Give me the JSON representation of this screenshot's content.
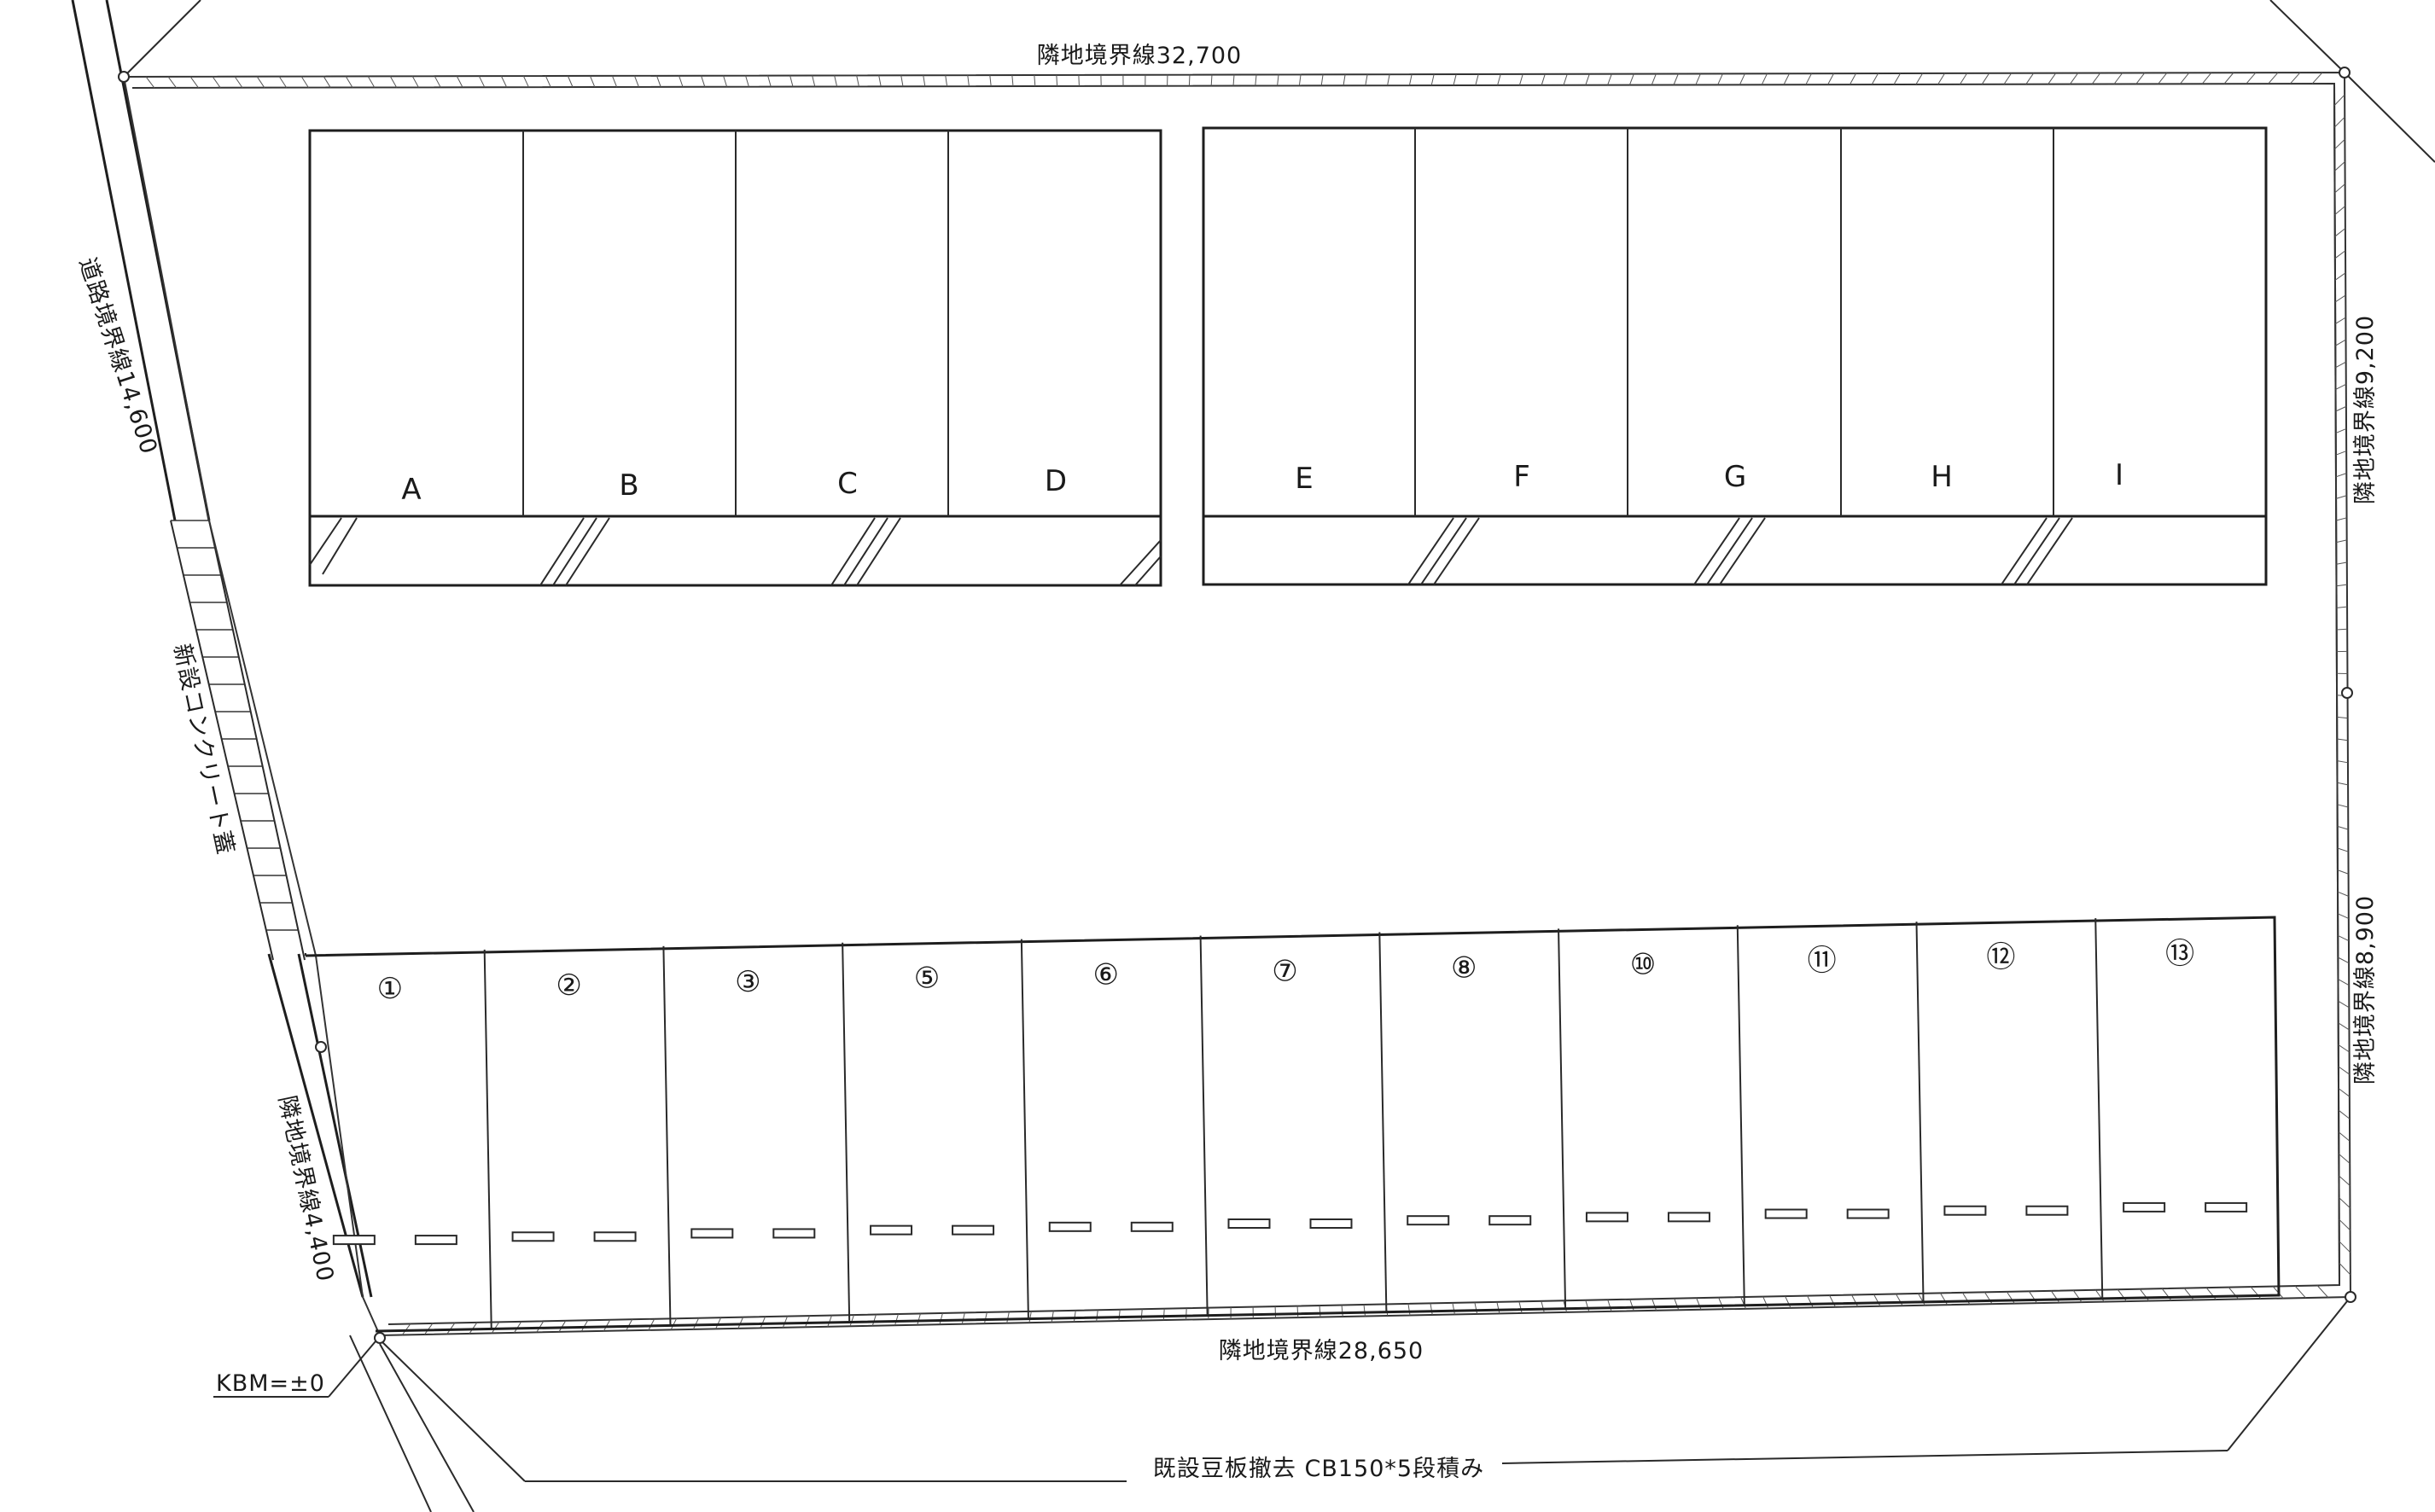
{
  "boundaries": {
    "top": "隣地境界線32,700",
    "right_upper": "隣地境界線9,200",
    "right_lower": "隣地境界線8,900",
    "bottom": "隣地境界線28,650",
    "left_road": "道路境界線14,600",
    "left_lower": "隣地境界線4,400"
  },
  "notes": {
    "gutter": "新設コンクリート蓋",
    "benchmark": "KBM=±0",
    "removal": "既設豆板撤去 CB150*5段積み"
  },
  "parking_upper_left": [
    "A",
    "B",
    "C",
    "D"
  ],
  "parking_upper_right": [
    "E",
    "F",
    "G",
    "H",
    "I"
  ],
  "parking_lower": [
    "①",
    "②",
    "③",
    "⑤",
    "⑥",
    "⑦",
    "⑧",
    "⑩",
    "⑪",
    "⑫",
    "⑬"
  ]
}
